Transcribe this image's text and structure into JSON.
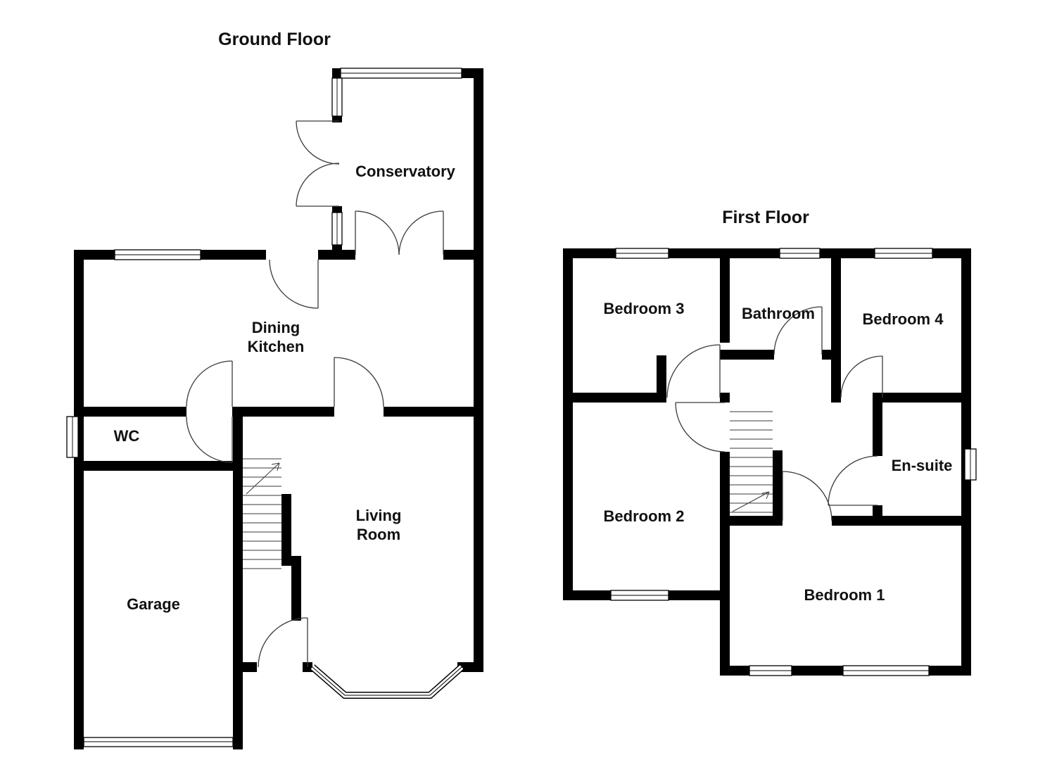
{
  "ground_floor": {
    "title": "Ground Floor",
    "rooms": {
      "conservatory": "Conservatory",
      "dining_kitchen": [
        "Dining",
        "Kitchen"
      ],
      "wc": "WC",
      "living_room": [
        "Living",
        "Room"
      ],
      "garage": "Garage"
    }
  },
  "first_floor": {
    "title": "First Floor",
    "rooms": {
      "bedroom3": "Bedroom 3",
      "bathroom": "Bathroom",
      "bedroom4": "Bedroom 4",
      "ensuite": "En-suite",
      "bedroom2": "Bedroom 2",
      "bedroom1": "Bedroom 1"
    }
  },
  "colors": {
    "wall": "#000000",
    "label": "#111111",
    "background": "#ffffff",
    "door_line": "#3a3a3a"
  }
}
